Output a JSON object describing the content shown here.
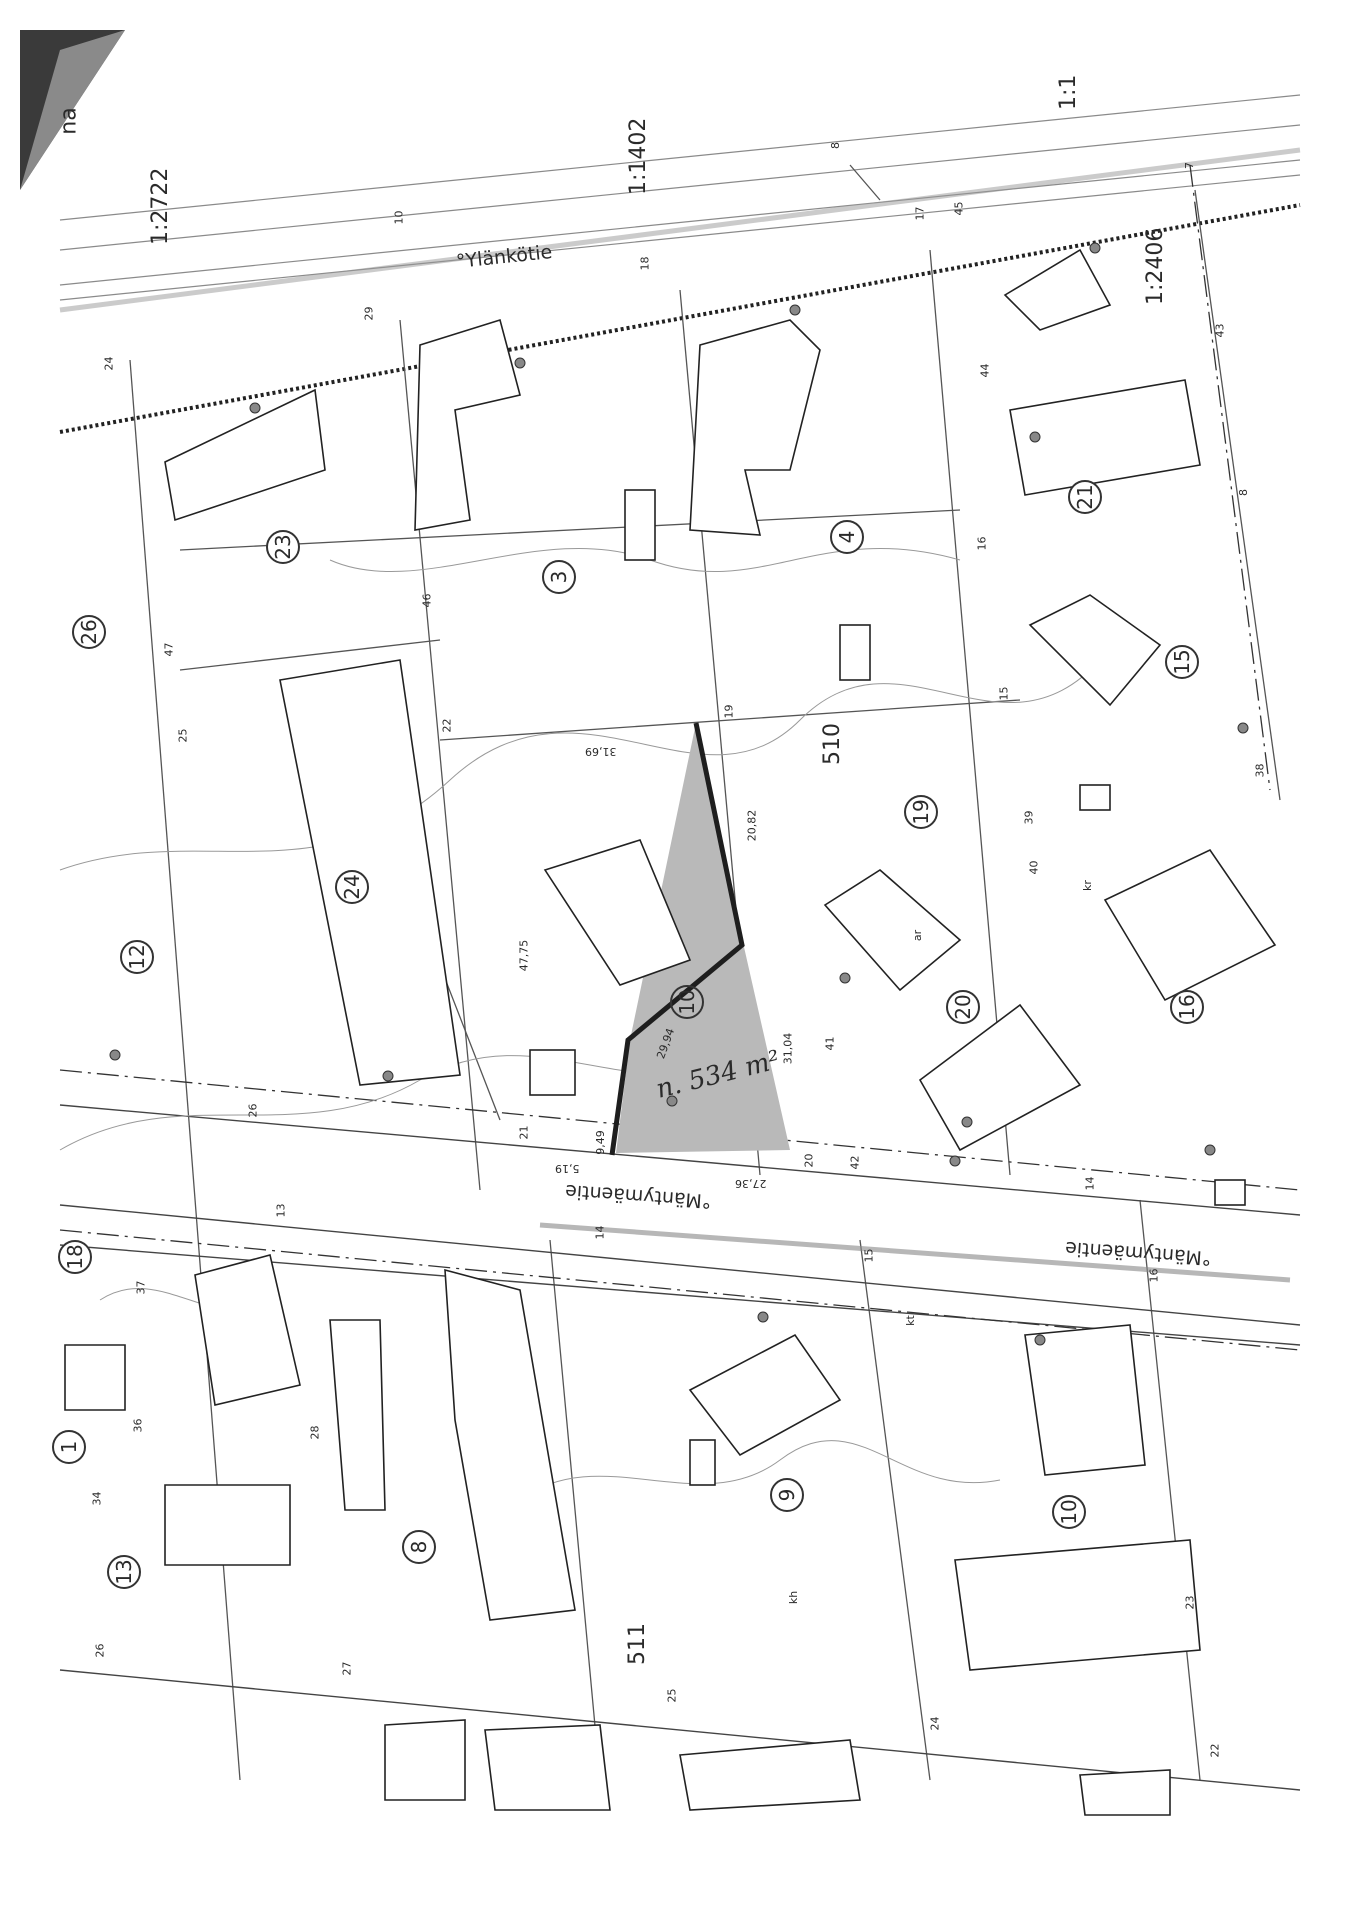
{
  "map": {
    "streets": {
      "ylankotie": "°Ylänkötie",
      "mantymaentie_left": "°Mäntymäentie",
      "mantymaentie_right": "°Mäntymäentie"
    },
    "partial_label": "na",
    "scales": {
      "s1": "1:2722",
      "s2": "1:1402",
      "s3": "1:2406",
      "s4": "1:1"
    },
    "blocks": {
      "b510": "510",
      "b511": "511"
    },
    "plots": [
      "26",
      "23",
      "3",
      "4",
      "21",
      "15",
      "24",
      "12",
      "19",
      "20",
      "16",
      "10",
      "13",
      "8",
      "9",
      "10",
      "18",
      "1"
    ],
    "handwritten_area": "n. 534 m²",
    "small_labels": {
      "ar": "ar",
      "kr": "kr",
      "kt": "kt",
      "kh": "kh"
    },
    "dimensions": {
      "d3169": "31,69",
      "d2082": "20,82",
      "d4775": "47,75",
      "d2994": "29,94",
      "d3104": "31,04",
      "d949": "9,49",
      "d519": "5,19",
      "d2736": "27,36"
    },
    "point_numbers": {
      "p24a": "24",
      "p29": "29",
      "p18a": "18",
      "p10": "10",
      "p8": "8",
      "p17": "17",
      "p45": "45",
      "p7": "7",
      "p44": "44",
      "p43": "43",
      "p8b": "8",
      "p16": "16",
      "p46": "46",
      "p47": "47",
      "p25a": "25",
      "p22a": "22",
      "p19": "19",
      "p15": "15",
      "p39": "39",
      "p40": "40",
      "p38": "38",
      "p41": "41",
      "p42": "42",
      "p20": "20",
      "p21": "21",
      "p26": "26",
      "p13": "13",
      "p14a": "14",
      "p15b": "15",
      "p16b": "16",
      "p14b": "14",
      "p37": "37",
      "p36": "36",
      "p34": "34",
      "p28": "28",
      "p27": "27",
      "p26b": "26",
      "p25b": "25",
      "p24b": "24",
      "p23": "23",
      "p22b": "22"
    }
  },
  "colors": {
    "line": "#4a4a4a",
    "shade": "#b9b9b9",
    "boundary": "#1e1e1e"
  }
}
